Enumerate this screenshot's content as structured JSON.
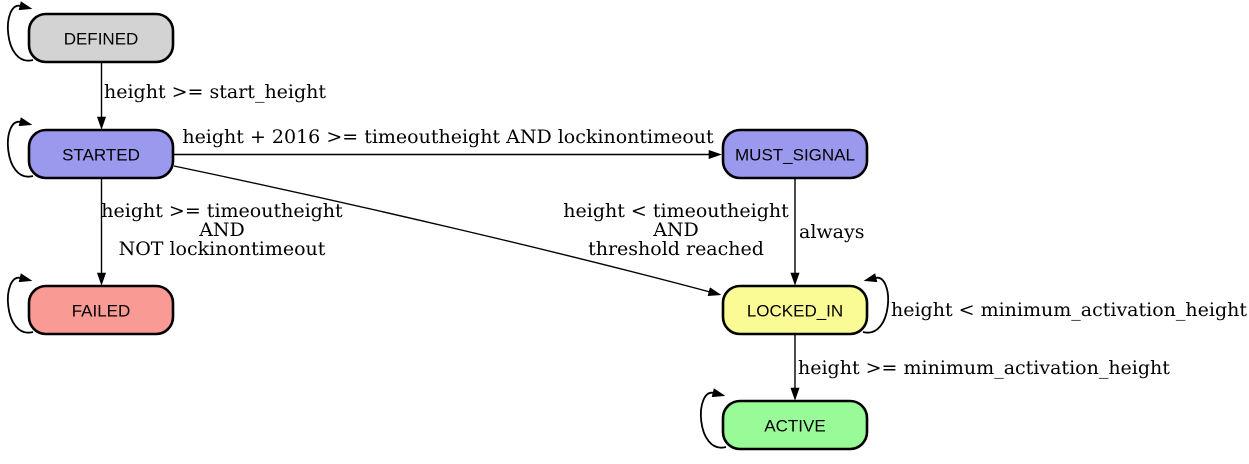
{
  "diagram": {
    "type": "state-machine",
    "nodes": {
      "defined": {
        "label": "DEFINED",
        "fill": "#d3d3d3"
      },
      "started": {
        "label": "STARTED",
        "fill": "#9a99ee"
      },
      "must_signal": {
        "label": "MUST_SIGNAL",
        "fill": "#9a99ee"
      },
      "failed": {
        "label": "FAILED",
        "fill": "#fa9a94"
      },
      "locked_in": {
        "label": "LOCKED_IN",
        "fill": "#fbfb96"
      },
      "active": {
        "label": "ACTIVE",
        "fill": "#99fb98"
      }
    },
    "edges": {
      "defined_to_started": {
        "label": "height >= start_height"
      },
      "started_to_must_signal": {
        "label": "height + 2016 >= timeoutheight AND lockinontimeout"
      },
      "started_to_failed": {
        "lines": [
          "height >= timeoutheight",
          "AND",
          "NOT lockinontimeout"
        ]
      },
      "started_to_locked_in": {
        "lines": [
          "height < timeoutheight",
          "AND",
          "threshold reached"
        ]
      },
      "must_signal_to_locked_in": {
        "label": "always"
      },
      "locked_in_self": {
        "label": "height < minimum_activation_height"
      },
      "locked_in_to_active": {
        "label": "height >= minimum_activation_height"
      }
    },
    "colors": {
      "edge": "#000000",
      "node_border": "#000000",
      "text": "#000000",
      "background": "#ffffff"
    }
  }
}
